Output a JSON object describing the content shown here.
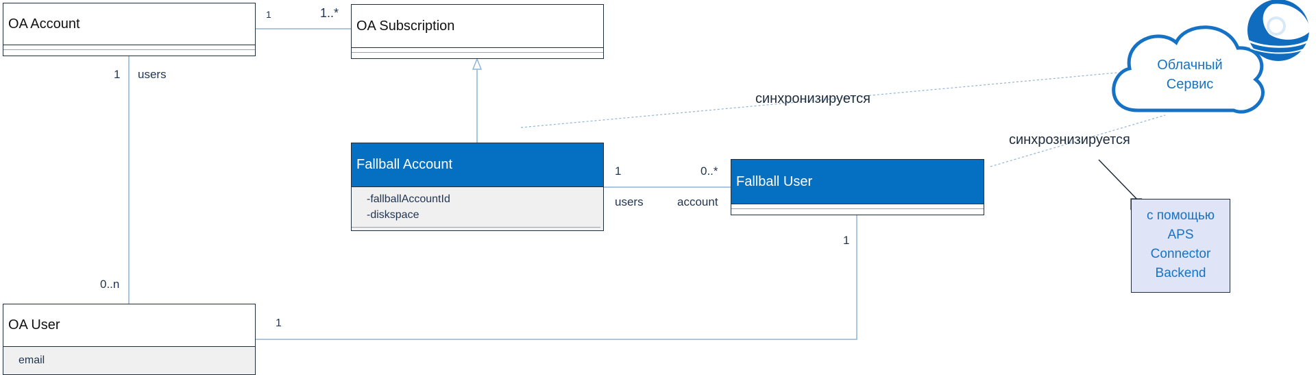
{
  "classes": {
    "oa_account": {
      "name": "OA Account"
    },
    "oa_subscription": {
      "name": "OA Subscription"
    },
    "fallball_account": {
      "name": "Fallball Account",
      "attributes": [
        "-fallballAccountId",
        "-diskspace"
      ]
    },
    "fallball_user": {
      "name": "Fallball User"
    },
    "oa_user": {
      "name": "OA User",
      "attributes": [
        "email"
      ]
    }
  },
  "associations": {
    "account_subscription": {
      "source_mult": "1",
      "target_mult": "1..*"
    },
    "account_user": {
      "source_mult": "1",
      "source_role": "users",
      "target_mult": "0..n"
    },
    "fballacct_fballuser": {
      "source_mult": "1",
      "source_role": "users",
      "target_mult": "0..*",
      "target_role": "account"
    },
    "oauser_fballuser": {
      "source_mult": "1",
      "target_mult": "1"
    }
  },
  "sync": {
    "label_top": "синхронизируется",
    "label_right": "синхрознизируется"
  },
  "cloud": {
    "line1": "Облачный",
    "line2": "Сервис"
  },
  "note": {
    "lines": [
      "с помощью",
      "APS",
      "Connector",
      "Backend"
    ]
  },
  "colors": {
    "class_blue": "#0570c2",
    "line": "#8fb4d6",
    "text_blue": "#1672c4",
    "note_bg": "#dfe5f7"
  }
}
